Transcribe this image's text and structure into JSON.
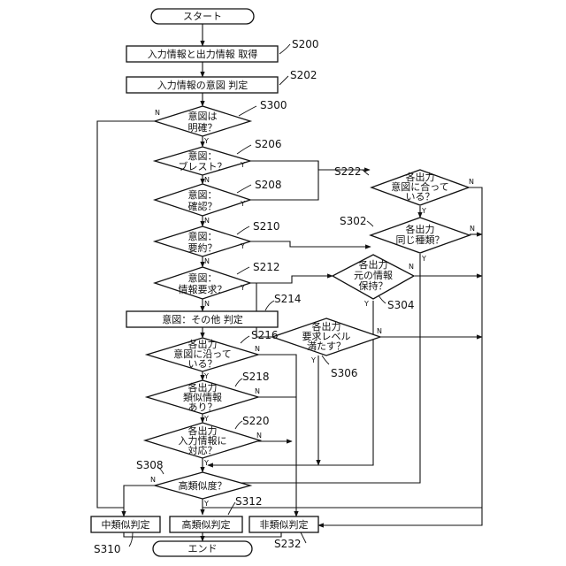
{
  "nodes": {
    "start": {
      "lines": [
        "スタート"
      ]
    },
    "s200": {
      "lines": [
        "入力情報と出力情報 取得"
      ]
    },
    "s202": {
      "lines": [
        "入力情報の意図 判定"
      ]
    },
    "s300": {
      "lines": [
        "意図は",
        "明確？"
      ]
    },
    "s206": {
      "lines": [
        "意図：",
        "ブレスト？"
      ]
    },
    "s208": {
      "lines": [
        "意図：",
        "確認？"
      ]
    },
    "s210": {
      "lines": [
        "意図：",
        "要約？"
      ]
    },
    "s212": {
      "lines": [
        "意図：",
        "情報要求？"
      ]
    },
    "s214": {
      "lines": [
        "意図：その他 判定"
      ]
    },
    "s216": {
      "lines": [
        "各出力",
        "意図に沿って",
        "いる？"
      ]
    },
    "s218": {
      "lines": [
        "各出力",
        "類似情報",
        "あり？"
      ]
    },
    "s220": {
      "lines": [
        "各出力",
        "入力情報に",
        "対応？"
      ]
    },
    "s308": {
      "lines": [
        "高類似度？"
      ]
    },
    "s222": {
      "lines": [
        "各出力",
        "意図に合って",
        "いる？"
      ]
    },
    "s302": {
      "lines": [
        "各出力",
        "同じ種類？"
      ]
    },
    "s304": {
      "lines": [
        "各出力",
        "元の情報",
        "保持？"
      ]
    },
    "s306": {
      "lines": [
        "各出力",
        "要求レベル",
        "満たす？"
      ]
    },
    "s310": {
      "lines": [
        "中類似判定"
      ]
    },
    "s312": {
      "lines": [
        "高類似判定"
      ]
    },
    "s232": {
      "lines": [
        "非類似判定"
      ]
    },
    "end": {
      "lines": [
        "エンド"
      ]
    }
  },
  "refs": {
    "s200": "S200",
    "s202": "S202",
    "s300": "S300",
    "s206": "S206",
    "s208": "S208",
    "s210": "S210",
    "s212": "S212",
    "s214": "S214",
    "s216": "S216",
    "s218": "S218",
    "s220": "S220",
    "s308": "S308",
    "s222": "S222",
    "s302": "S302",
    "s304": "S304",
    "s306": "S306",
    "s310": "S310",
    "s312": "S312",
    "s232": "S232"
  },
  "branch": {
    "yes": "Y",
    "no": "N"
  }
}
